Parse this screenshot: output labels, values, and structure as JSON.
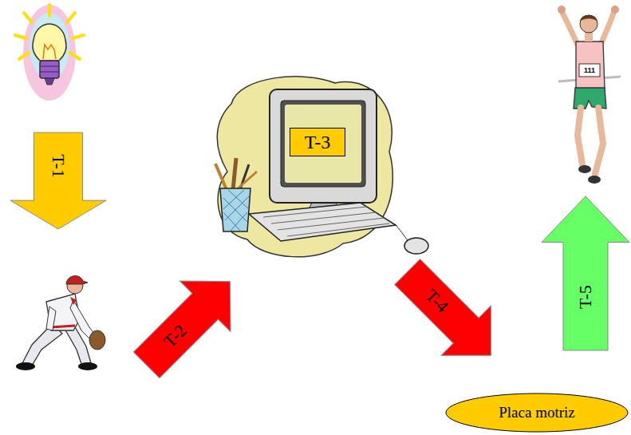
{
  "diagram": {
    "nodes": [
      {
        "text": [
          "T-1"
        ]
      },
      {
        "text": [
          "T-2"
        ]
      },
      {
        "text": [
          "T-3"
        ]
      },
      {
        "text": [
          "T-4"
        ]
      },
      {
        "text": [
          "T-5"
        ]
      },
      {
        "text": [
          "Placa motriz"
        ]
      }
    ],
    "labels": [
      "111"
    ]
  }
}
